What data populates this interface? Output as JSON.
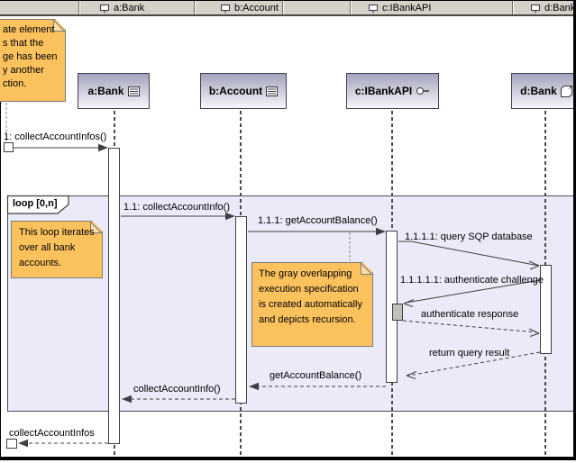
{
  "header": {
    "tabs": [
      {
        "label": "a:Bank"
      },
      {
        "label": "b:Account"
      },
      {
        "label": "c:IBankAPI"
      },
      {
        "label": "d:Bank"
      }
    ]
  },
  "lifelines": [
    {
      "title": "a:Bank",
      "icon": "class-compartments-icon"
    },
    {
      "title": "b:Account",
      "icon": "class-compartments-icon"
    },
    {
      "title": "c:IBankAPI",
      "icon": "interface-lollipop-icon"
    },
    {
      "title": "d:Bank",
      "icon": "component-cube-icon"
    }
  ],
  "loop_fragment": {
    "label": "loop [0,n]"
  },
  "messages": [
    {
      "label": "1: collectAccountInfos()",
      "kind": "call"
    },
    {
      "label": "1.1: collectAccountInfo()",
      "kind": "call"
    },
    {
      "label": "1.1.1: getAccountBalance()",
      "kind": "call"
    },
    {
      "label": "1.1.1.1: query SQP database",
      "kind": "async"
    },
    {
      "label": "1.1.1.1.1: authenticate challenge",
      "kind": "async"
    },
    {
      "label": "authenticate response",
      "kind": "reply"
    },
    {
      "label": "return query result",
      "kind": "reply"
    },
    {
      "label": "getAccountBalance()",
      "kind": "reply"
    },
    {
      "label": "collectAccountInfo()",
      "kind": "reply"
    },
    {
      "label": "collectAccountInfos",
      "kind": "reply"
    }
  ],
  "notes": {
    "gate_note": {
      "lines": [
        "ate element",
        "s that the",
        "ge has been",
        "y another",
        "ction."
      ]
    },
    "loop_note": {
      "lines": [
        "This loop iterates",
        "over all bank",
        "accounts."
      ]
    },
    "recursion_note": {
      "lines": [
        "The gray overlapping",
        "execution specification",
        "is created automatically",
        "and depicts recursion."
      ]
    }
  },
  "colors": {
    "header_bg": "#D5D1C9",
    "head_top": "#A4A4BC",
    "head_bottom": "#F7F7FB",
    "head_border": "#3F3F55",
    "fragment_fill": "#EAEAF8",
    "fragment_border": "#4A4A5A",
    "note_fill": "#FBC25E",
    "note_border": "#7B7B7B",
    "note_fold": "#FDDFA6",
    "line": "#3F3F3F",
    "lifeline": "#4A4A4A",
    "exec_gray": "#BFBFBF"
  }
}
